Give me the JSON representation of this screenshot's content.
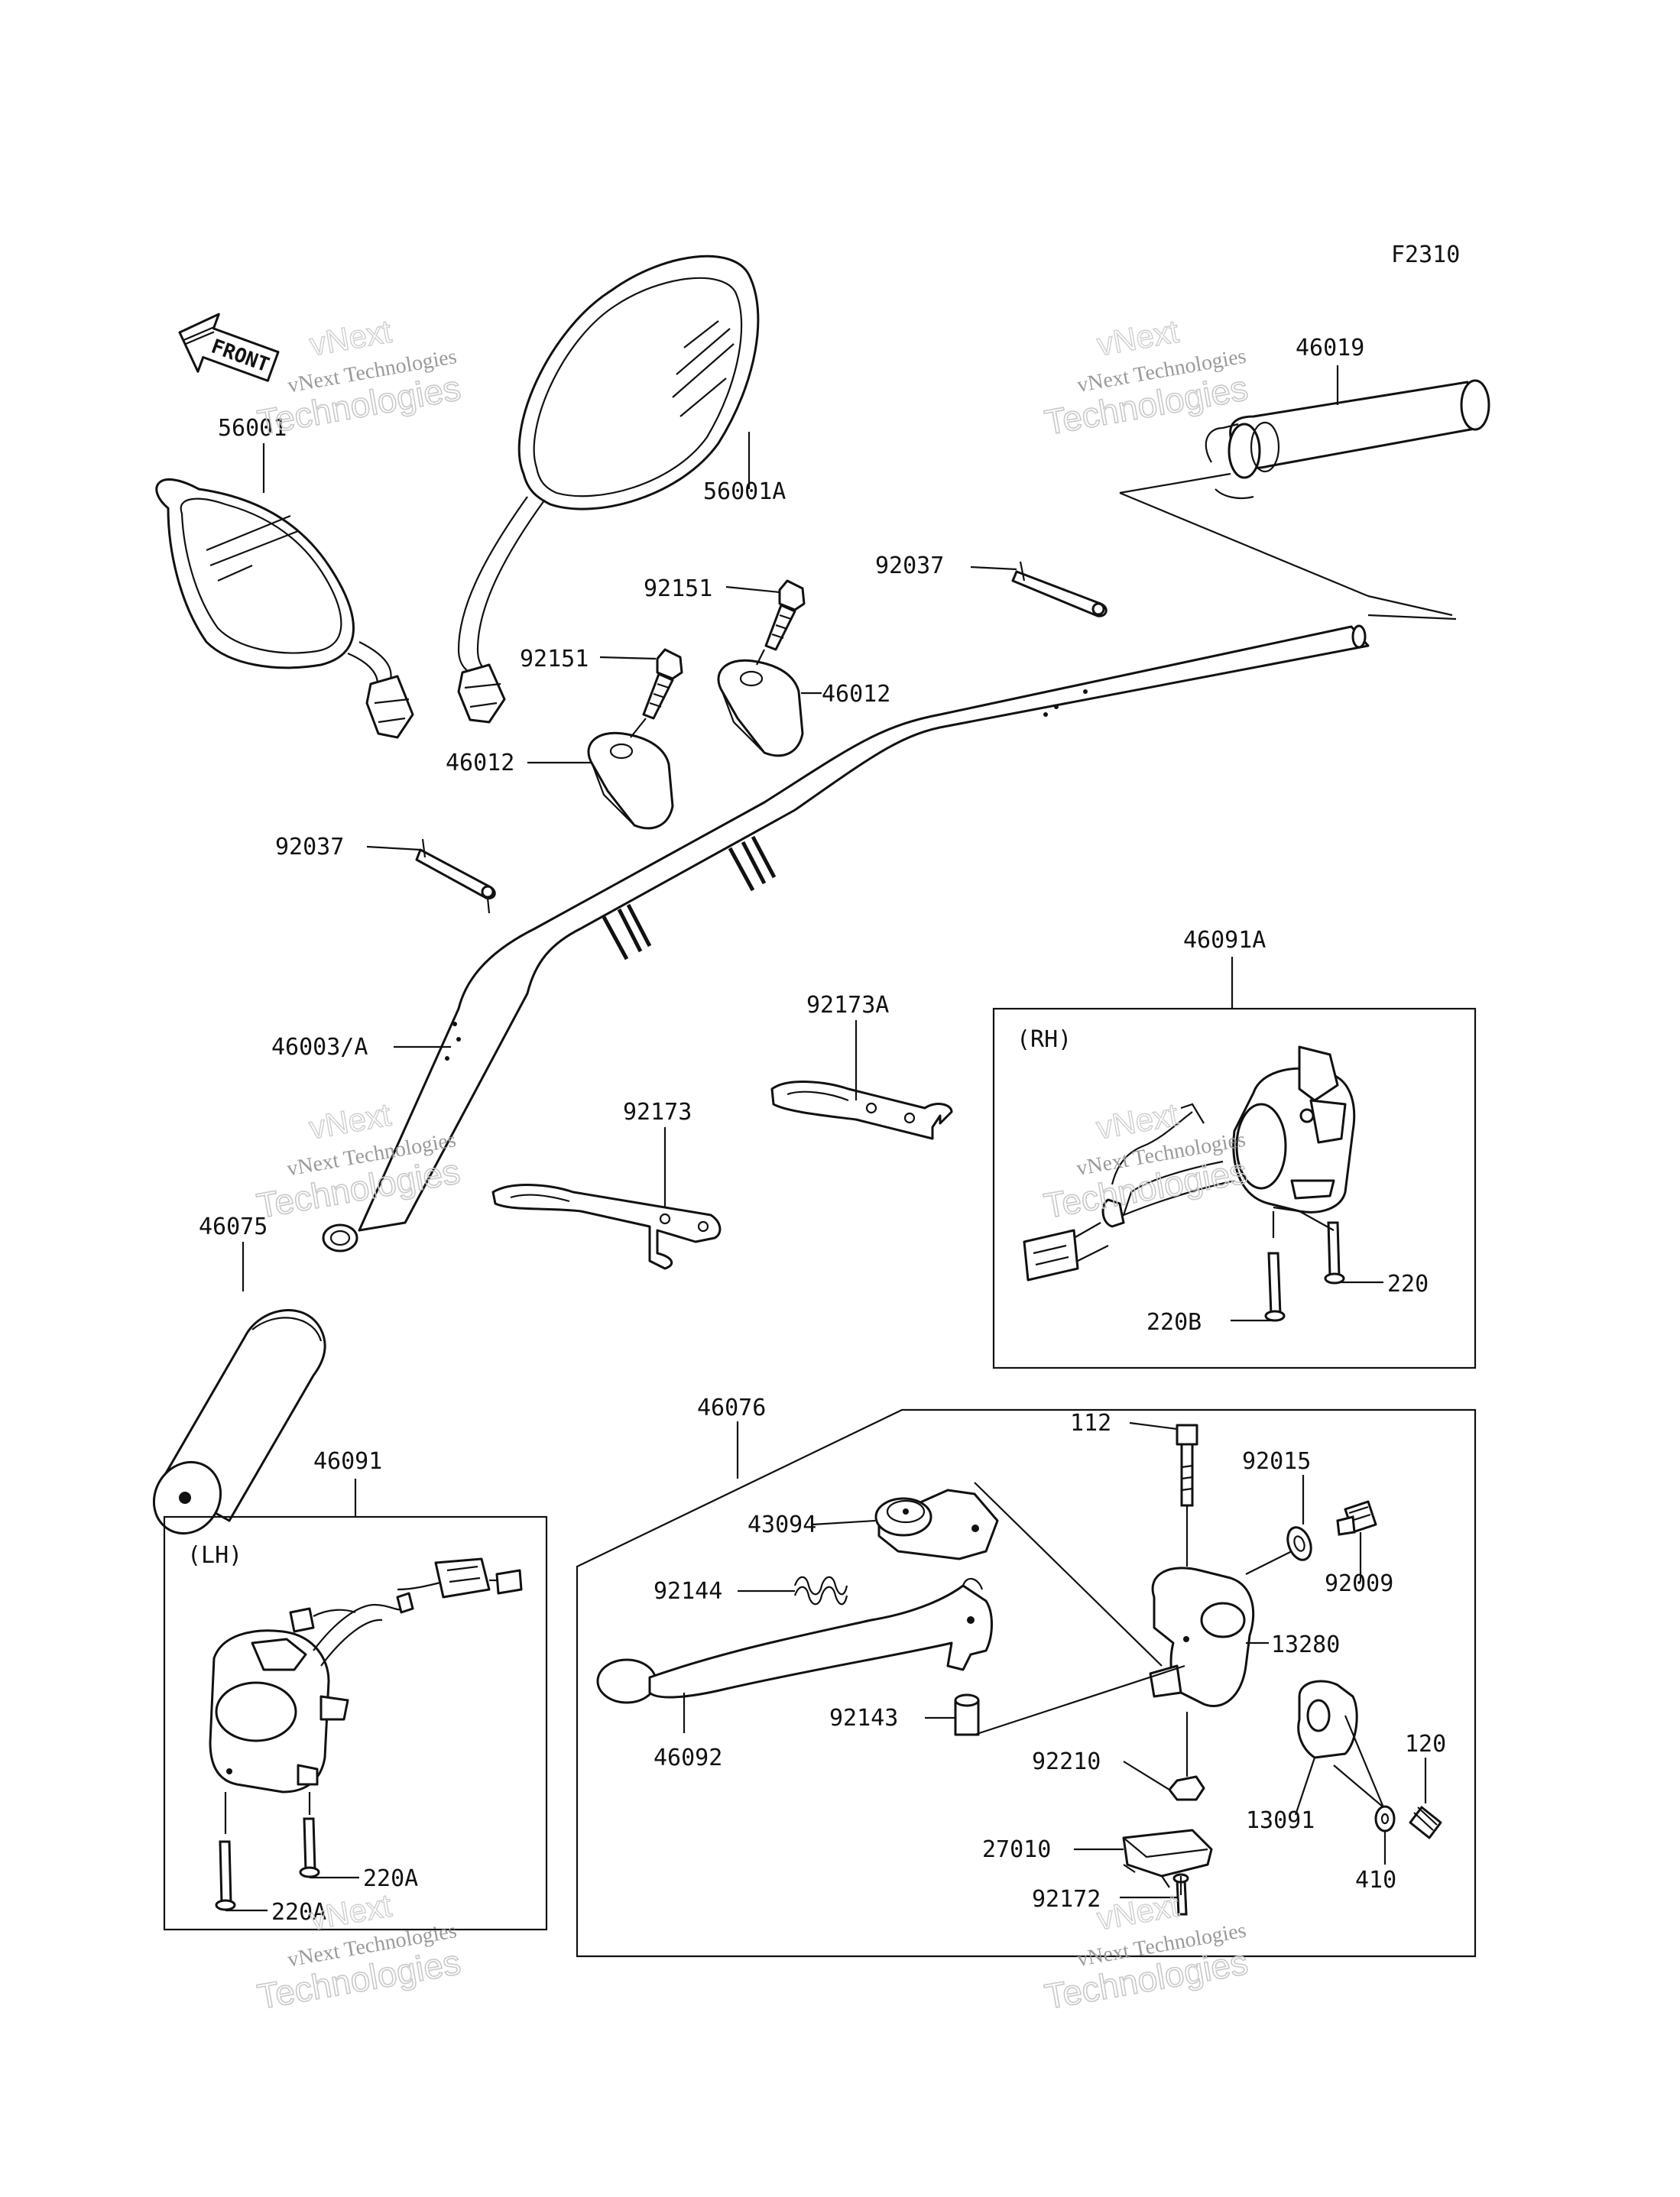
{
  "figure_code": "F2310",
  "front_badge": "FRONT",
  "watermark": {
    "line1": "vNext",
    "line2": "vNext Technologies",
    "line3": "Technologies"
  },
  "boxes": {
    "rh": "(RH)",
    "lh": "(LH)"
  },
  "labels": {
    "p56001": "56001",
    "p56001A": "56001A",
    "p46019": "46019",
    "p92037a": "92037",
    "p92151a": "92151",
    "p92151b": "92151",
    "p46012a": "46012",
    "p46012b": "46012",
    "p92037b": "92037",
    "p46003A": "46003/A",
    "p46075": "46075",
    "p92173A": "92173A",
    "p92173": "92173",
    "p46091A": "46091A",
    "p220": "220",
    "p220B": "220B",
    "p46076": "46076",
    "p112": "112",
    "p92015": "92015",
    "p43094": "43094",
    "p92009": "92009",
    "p92144": "92144",
    "p13280": "13280",
    "p46091": "46091",
    "p92143": "92143",
    "p46092": "46092",
    "p92210": "92210",
    "p120": "120",
    "p13091": "13091",
    "p27010": "27010",
    "p410": "410",
    "p220Aa": "220A",
    "p220Ab": "220A",
    "p92172": "92172"
  }
}
